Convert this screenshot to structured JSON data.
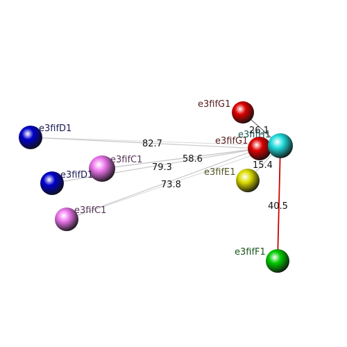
{
  "atoms": [
    {
      "id": "D1a",
      "label": "e3fifD1",
      "color": "#0000cc",
      "label_color": "#1a1a55"
    },
    {
      "id": "D1b",
      "label": "e3fifD1",
      "color": "#0000cc",
      "label_color": "#1a1a55"
    },
    {
      "id": "C1a",
      "label": "e3fifC1",
      "color": "#ee77ee",
      "label_color": "#553355"
    },
    {
      "id": "C1b",
      "label": "e3fifC1",
      "color": "#ee77ee",
      "label_color": "#553355"
    },
    {
      "id": "G1a",
      "label": "e3fifG1",
      "color": "#dd0000",
      "label_color": "#551a1a"
    },
    {
      "id": "G1b",
      "label": "e3fifG1",
      "color": "#dd0000",
      "label_color": "#551a1a"
    },
    {
      "id": "H1",
      "label": "e3fifH1",
      "color": "#22dddd",
      "label_color": "#1a5555"
    },
    {
      "id": "E1",
      "label": "e3fifE1",
      "color": "#dddd00",
      "label_color": "#555522"
    },
    {
      "id": "F1",
      "label": "e3fifF1",
      "color": "#00cc00",
      "label_color": "#1a551a"
    }
  ],
  "distances": [
    {
      "from": "D1a",
      "to": "G1b",
      "value": "82.7"
    },
    {
      "from": "C1a",
      "to": "G1b",
      "value": "79.3"
    },
    {
      "from": "C1a",
      "to": "H1",
      "value": "58.6"
    },
    {
      "from": "C1b",
      "to": "G1b",
      "value": "73.8"
    },
    {
      "from": "G1a",
      "to": "H1",
      "value": "26.1"
    },
    {
      "from": "E1",
      "to": "H1",
      "value": "15.4"
    },
    {
      "from": "H1",
      "to": "F1",
      "value": "40.5"
    }
  ]
}
